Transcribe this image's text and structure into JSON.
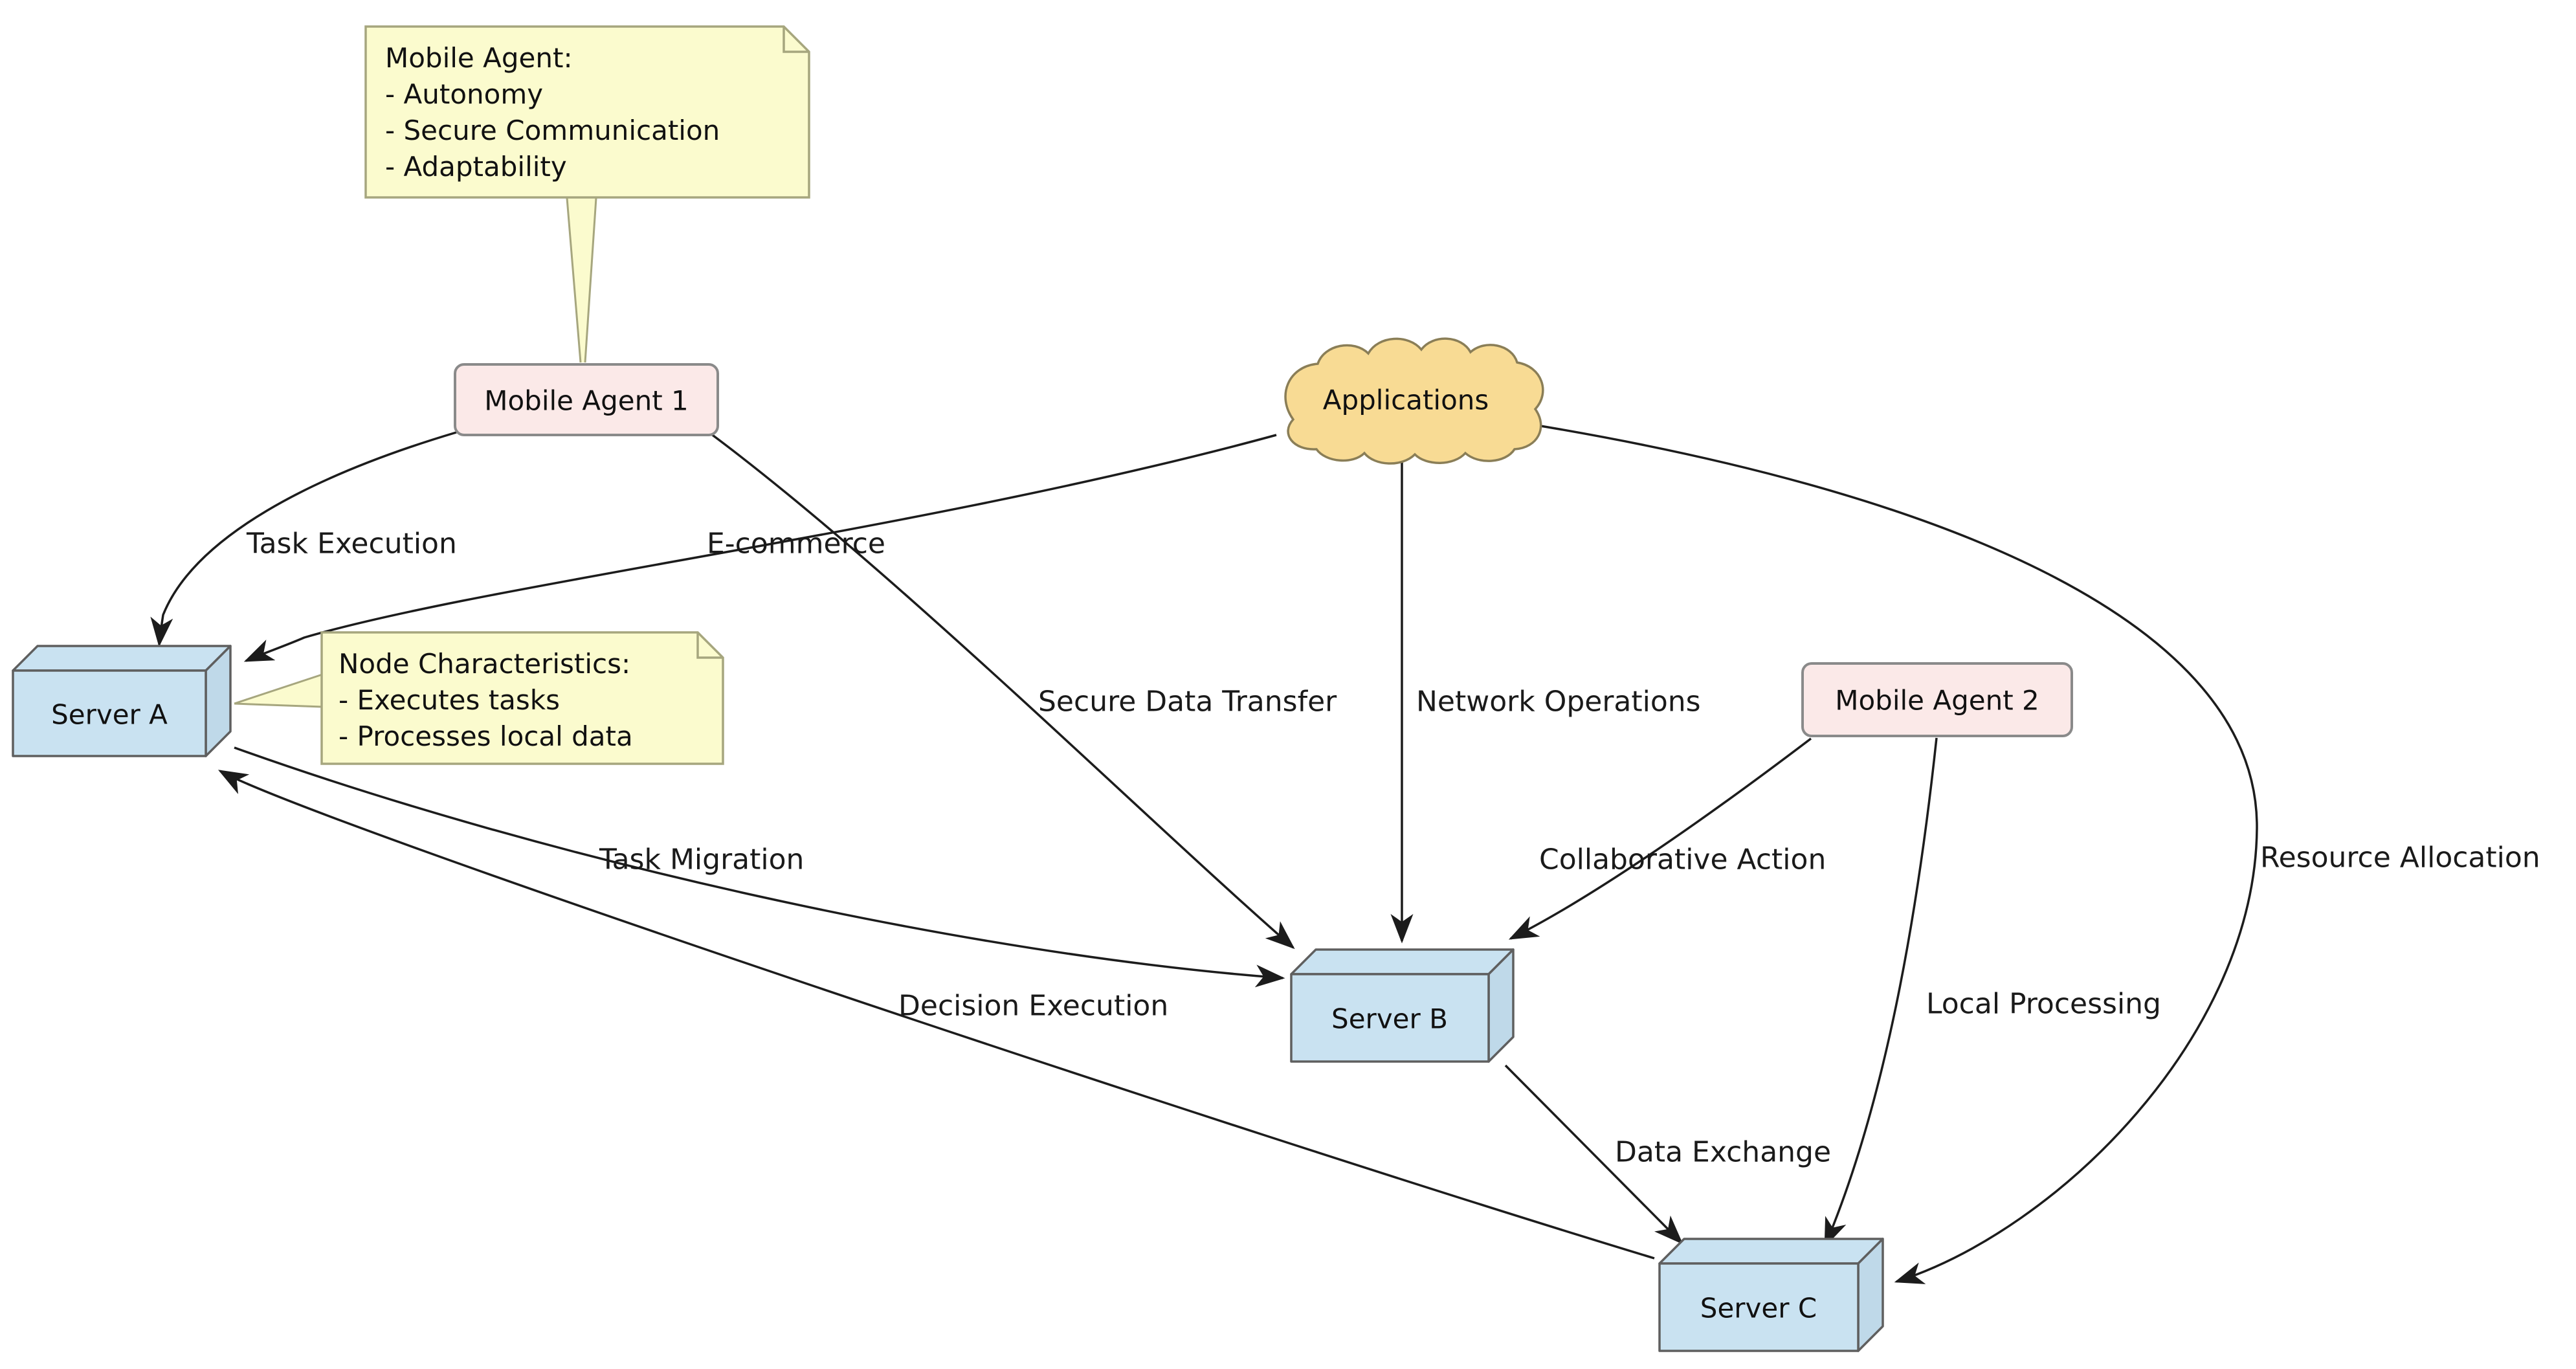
{
  "diagram": {
    "type": "uml-deployment-diagram",
    "background": "#ffffff",
    "colors": {
      "edge": "#1c1c1c",
      "text": "#111111",
      "note_fill": "#fbfbce",
      "note_border": "#a6a67e",
      "agent_fill": "#fbe9e8",
      "agent_border": "#8a8a8a",
      "cloud_fill": "#f8db94",
      "cloud_border": "#8a7e57",
      "server_fill": "#c9e2f1",
      "server_side_fill": "#bfd9e9",
      "server_border": "#5f5f5f"
    }
  },
  "agents": {
    "agent1": {
      "label": "Mobile Agent 1"
    },
    "agent2": {
      "label": "Mobile Agent 2"
    }
  },
  "cloud": {
    "label": "Applications"
  },
  "servers": {
    "server_a": {
      "label": "Server A"
    },
    "server_b": {
      "label": "Server B"
    },
    "server_c": {
      "label": "Server C"
    }
  },
  "notes": {
    "agent_note": {
      "lines": [
        "Mobile Agent:",
        "- Autonomy",
        "- Secure Communication",
        "- Adaptability"
      ],
      "attached_to": "Mobile Agent 1"
    },
    "node_note": {
      "lines": [
        "Node Characteristics:",
        "- Executes tasks",
        "- Processes local data"
      ],
      "attached_to": "Server A"
    }
  },
  "edges": [
    {
      "from": "Mobile Agent 1",
      "to": "Server A",
      "label": "Task Execution"
    },
    {
      "from": "Applications",
      "to": "Server A",
      "label": "E-commerce"
    },
    {
      "from": "Mobile Agent 1",
      "to": "Server B",
      "label": "Secure Data Transfer"
    },
    {
      "from": "Applications",
      "to": "Server B",
      "label": "Network Operations"
    },
    {
      "from": "Applications",
      "to": "Server C",
      "label": "Resource Allocation"
    },
    {
      "from": "Mobile Agent 2",
      "to": "Server B",
      "label": "Collaborative Action"
    },
    {
      "from": "Mobile Agent 2",
      "to": "Server C",
      "label": "Local Processing"
    },
    {
      "from": "Server A",
      "to": "Server B",
      "label": "Task Migration"
    },
    {
      "from": "Server C",
      "to": "Server A",
      "label": "Decision Execution"
    },
    {
      "from": "Server B",
      "to": "Server C",
      "label": "Data Exchange"
    }
  ]
}
